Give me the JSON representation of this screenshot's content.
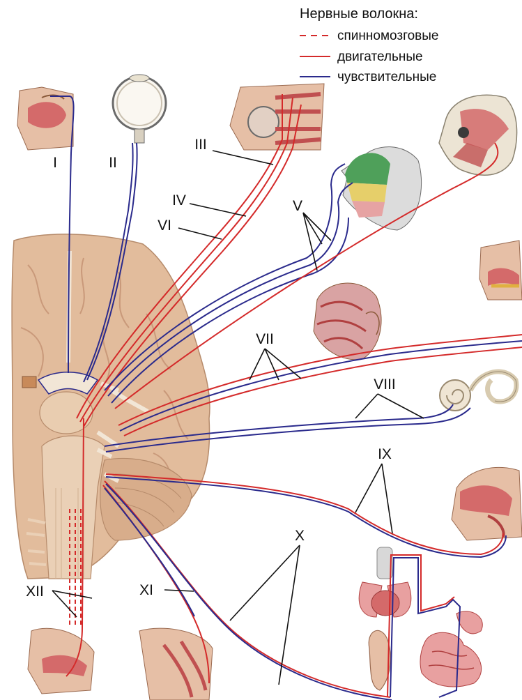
{
  "legend": {
    "title": "Нервные волокна:",
    "items": [
      {
        "label": "спинномозговые",
        "style": "dashed",
        "color": "#d42a2a"
      },
      {
        "label": "двигательные",
        "style": "solid",
        "color": "#d42a2a"
      },
      {
        "label": "чувствительные",
        "style": "solid",
        "color": "#2a2a8c"
      }
    ]
  },
  "nerves": [
    {
      "id": "I",
      "label": "I"
    },
    {
      "id": "II",
      "label": "II"
    },
    {
      "id": "III",
      "label": "III"
    },
    {
      "id": "IV",
      "label": "IV"
    },
    {
      "id": "V",
      "label": "V"
    },
    {
      "id": "VI",
      "label": "VI"
    },
    {
      "id": "VII",
      "label": "VII"
    },
    {
      "id": "VIII",
      "label": "VIII"
    },
    {
      "id": "IX",
      "label": "IX"
    },
    {
      "id": "X",
      "label": "X"
    },
    {
      "id": "XI",
      "label": "XI"
    },
    {
      "id": "XII",
      "label": "XII"
    }
  ],
  "colors": {
    "motor": "#d42a2a",
    "sensory": "#2a2a8c",
    "brain": "#e2bc9c",
    "brain_dark": "#c9997a",
    "skin": "#f0c3a8",
    "muscle": "#d46a6a",
    "bone": "#ece4d4",
    "leader": "#111111"
  }
}
